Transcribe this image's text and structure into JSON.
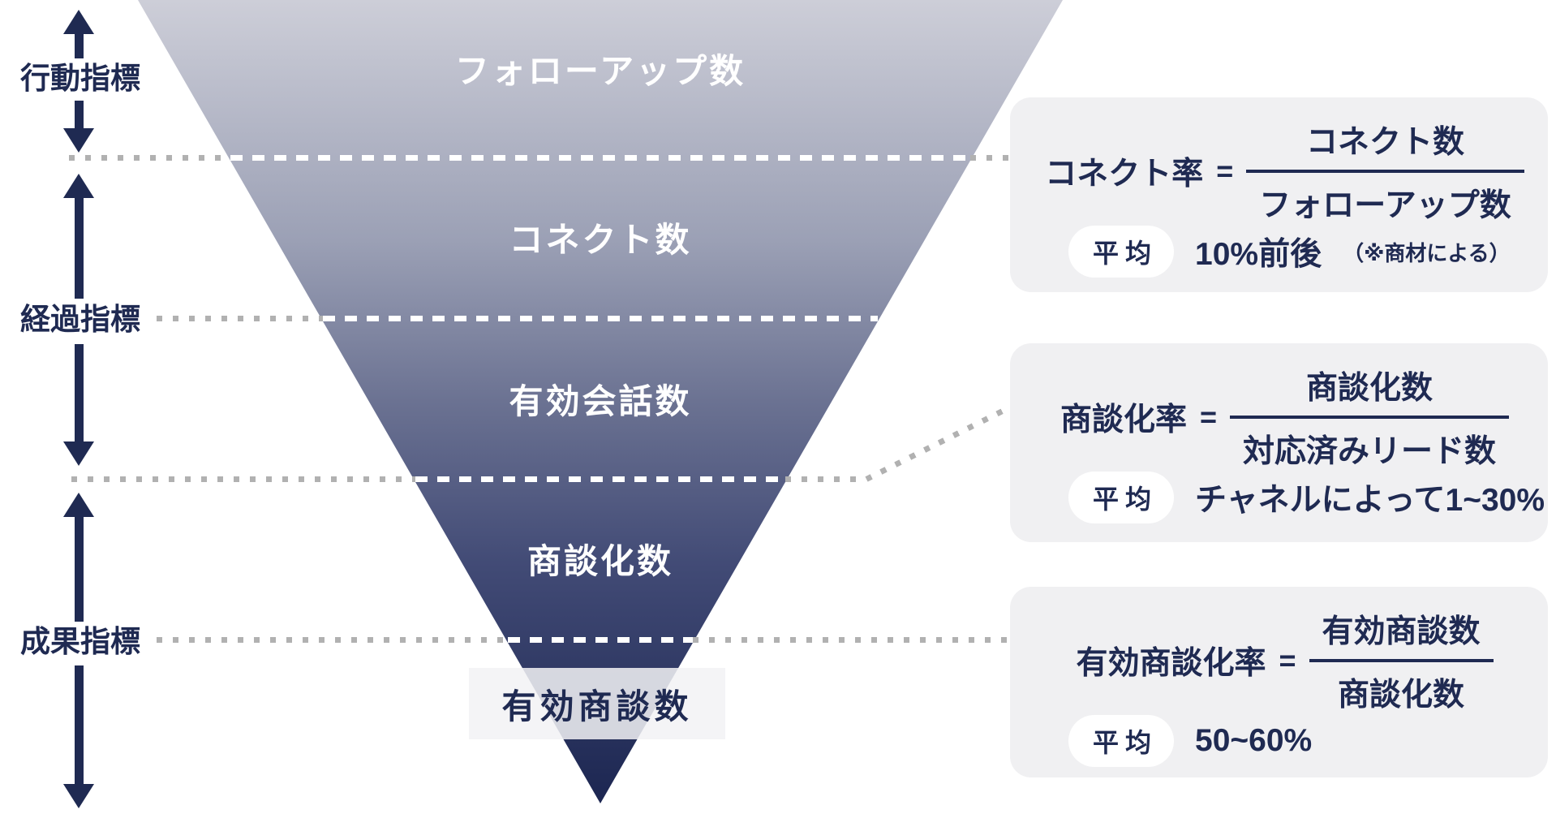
{
  "diagram": {
    "left_rail": {
      "items": [
        {
          "label": "行動指標"
        },
        {
          "label": "経過指標"
        },
        {
          "label": "成果指標"
        }
      ]
    },
    "funnel": {
      "levels": [
        {
          "label": "フォローアップ数"
        },
        {
          "label": "コネクト数"
        },
        {
          "label": "有効会話数"
        },
        {
          "label": "商談化数"
        },
        {
          "label": "有効商談数"
        }
      ]
    },
    "formulas": [
      {
        "result": "コネクト率",
        "equals": "=",
        "numerator": "コネクト数",
        "denominator": "フォローアップ数",
        "average_label": "平均",
        "average_value": "10%前後",
        "average_note": "（※商材による）"
      },
      {
        "result": "商談化率",
        "equals": "=",
        "numerator": "商談化数",
        "denominator": "対応済みリード数",
        "average_label": "平均",
        "average_value": "チャネルによって1~30%",
        "average_note": ""
      },
      {
        "result": "有効商談化率",
        "equals": "=",
        "numerator": "有効商談数",
        "denominator": "商談化数",
        "average_label": "平均",
        "average_value": "50~60%",
        "average_note": ""
      }
    ],
    "colors": {
      "navy": "#1f2a52",
      "funnel_top": "#cdced8",
      "funnel_bottom": "#1c2651",
      "card_bg": "#f0f0f2",
      "dot_gray": "#b1b1b1",
      "dash_white": "#ffffff",
      "level5_bg": "rgba(242,242,244,0.86)"
    }
  }
}
